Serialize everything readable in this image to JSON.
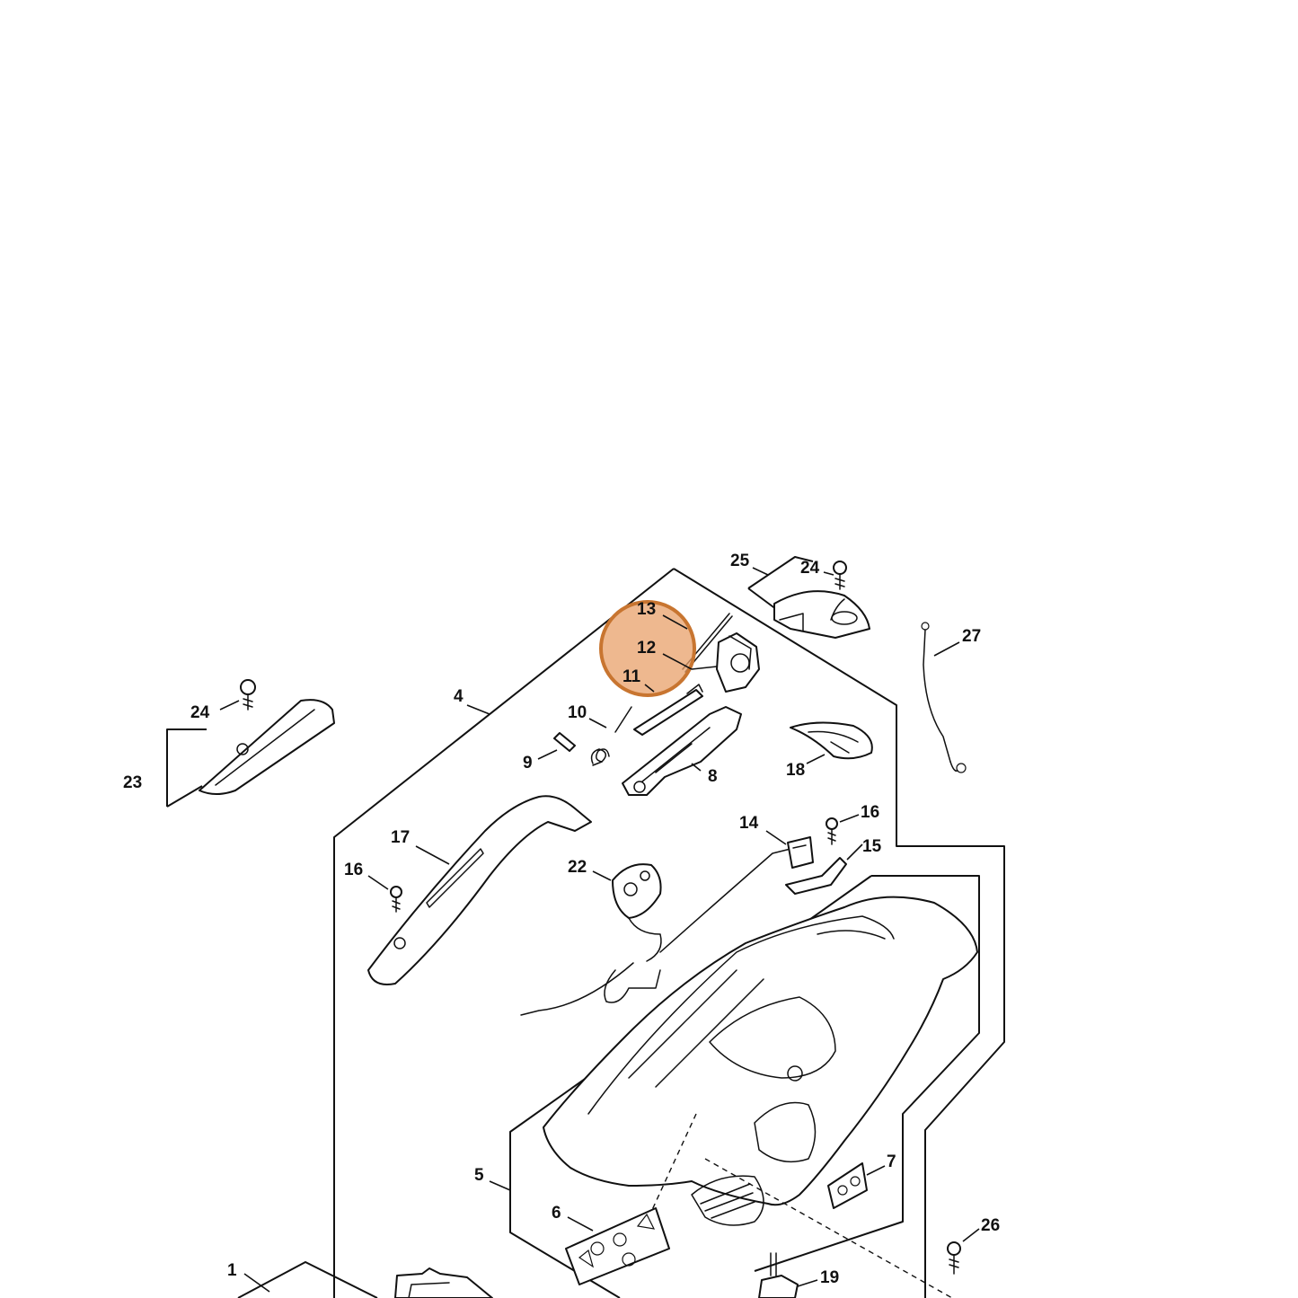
{
  "diagram": {
    "highlight_color": "#e8a06a",
    "highlight_stroke": "#c87530",
    "labels": {
      "p1": "1",
      "p4": "4",
      "p5": "5",
      "p6": "6",
      "p7": "7",
      "p8": "8",
      "p9": "9",
      "p10": "10",
      "p11": "11",
      "p12": "12",
      "p13": "13",
      "p14": "14",
      "p15": "15",
      "p16a": "16",
      "p16b": "16",
      "p17": "17",
      "p18": "18",
      "p19": "19",
      "p22": "22",
      "p23": "23",
      "p24a": "24",
      "p24b": "24",
      "p25": "25",
      "p26": "26",
      "p27": "27"
    }
  }
}
